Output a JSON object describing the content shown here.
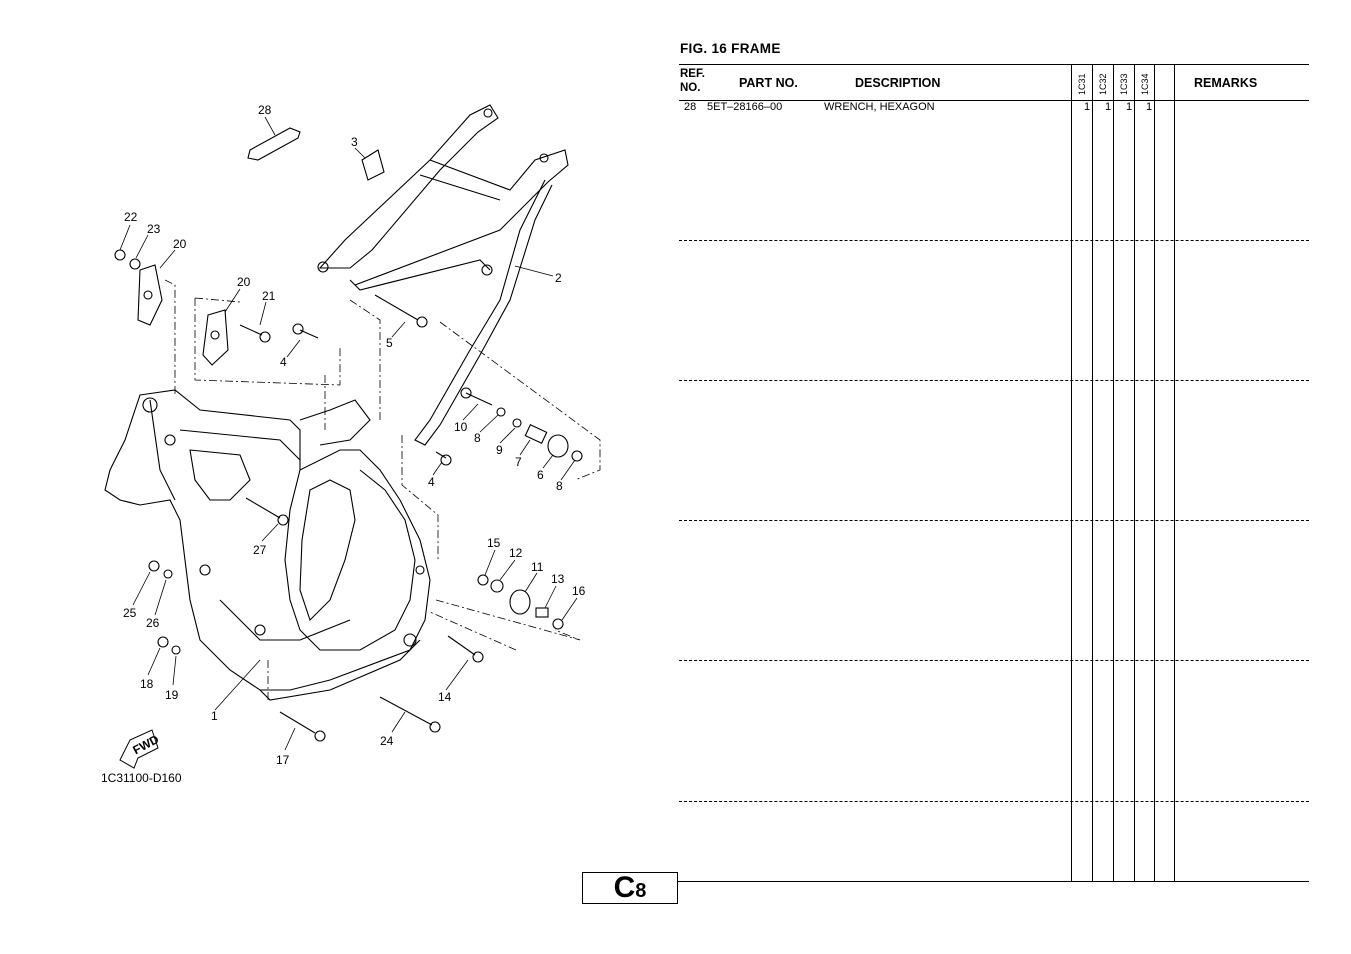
{
  "figure": {
    "title": "FIG.   16   FRAME",
    "code": "1C31100-D160"
  },
  "page": {
    "letter": "C",
    "number": "8"
  },
  "table": {
    "headers": {
      "ref": "REF.",
      "ref2": "NO.",
      "part": "PART NO.",
      "desc": "DESCRIPTION",
      "c1": "1C31",
      "c2": "1C32",
      "c3": "1C33",
      "c4": "1C34",
      "remarks": "REMARKS"
    },
    "rows": [
      {
        "ref": "28",
        "part": "5ET–28166–00",
        "desc": "WRENCH, HEXAGON",
        "q1": "1",
        "q2": "1",
        "q3": "1",
        "q4": "1",
        "remarks": ""
      }
    ]
  },
  "callouts": [
    "28",
    "3",
    "22",
    "23",
    "20",
    "20",
    "21",
    "2",
    "4",
    "5",
    "10",
    "8",
    "9",
    "7",
    "6",
    "8",
    "4",
    "27",
    "15",
    "12",
    "11",
    "13",
    "16",
    "25",
    "26",
    "18",
    "19",
    "14",
    "1",
    "24",
    "17"
  ],
  "fwd_label": "FWD"
}
